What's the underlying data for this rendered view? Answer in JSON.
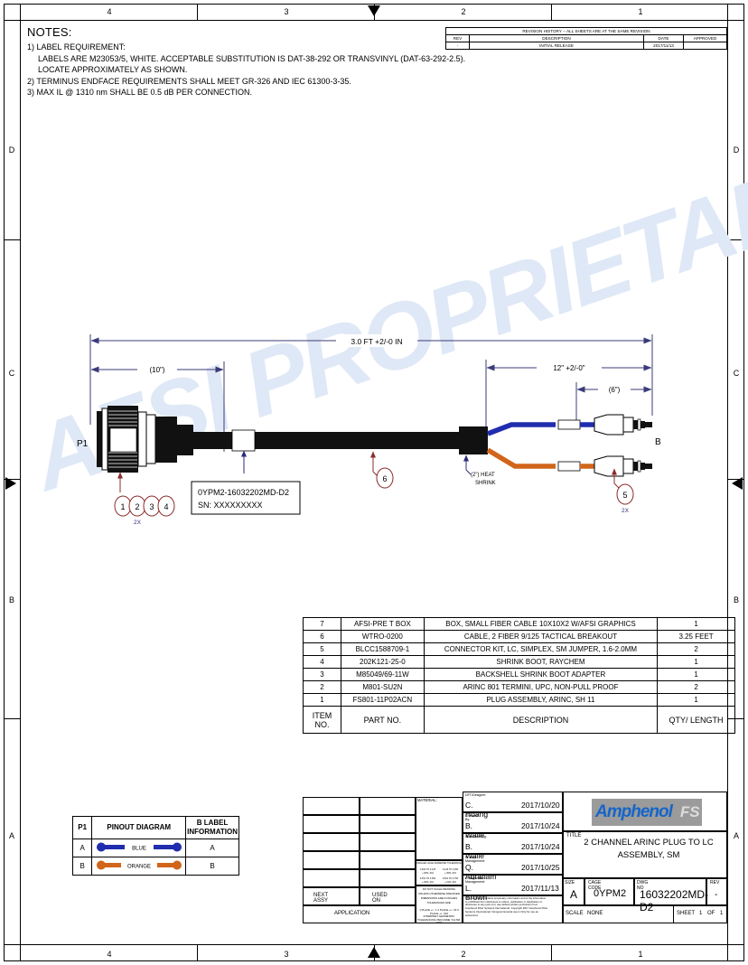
{
  "sheet": {
    "zones_horizontal": [
      "4",
      "3",
      "2",
      "1"
    ],
    "zones_vertical": [
      "D",
      "C",
      "B",
      "A"
    ],
    "watermark": "AFSI PROPRIETARY"
  },
  "notes": {
    "title": "NOTES:",
    "lines": [
      "1) LABEL REQUIREMENT:",
      "LABELS ARE M23053/5, WHITE. ACCEPTABLE SUBSTITUTION IS DAT-38-292 OR TRANSVINYL (DAT-63-292-2.5).",
      "LOCATE APPROXIMATELY AS SHOWN.",
      "2) TERMINUS ENDFACE REQUIREMENTS SHALL MEET GR-326 AND IEC 61300-3-35.",
      "3) MAX IL @ 1310 nm SHALL BE 0.5 dB PER CONNECTION."
    ]
  },
  "revision_history": {
    "banner": "REVISION HISTORY -- ALL SHEETS ARE AT THE SAME REVISION",
    "headers": [
      "REV",
      "DESCRIPTION",
      "DATE",
      "APPROVED"
    ],
    "rows": [
      {
        "rev": "-",
        "description": "INITIAL RELEASE",
        "date": "2017/11/13",
        "approved": ""
      }
    ]
  },
  "drawing": {
    "connector_label": "P1",
    "right_end_label": "B",
    "dim_overall": "3.0 FT +2/-0 IN",
    "dim_label_position": "(10\")",
    "dim_breakout": "12\" +2/-0\"",
    "dim_jumper": "(6\")",
    "heat_shrink_note": "(2\") HEAT SHRINK",
    "id_label": {
      "line1": "0YPM2-16032202MD-D2",
      "line2": "SN: XXXXXXXXX"
    },
    "balloons_left": [
      "1",
      "2",
      "3",
      "4"
    ],
    "balloon_left_qty": "2X",
    "balloon_cable": "6",
    "balloon_jumper": "5",
    "balloon_jumper_qty": "2X",
    "colors": {
      "dimension": "#3b3b7a",
      "balloon": "#8b2b2b",
      "fiber_blue": "#1f2dae",
      "fiber_orange": "#d1651a",
      "cable_black": "#000000"
    }
  },
  "bom": {
    "headers": {
      "item": "ITEM NO.",
      "part_no": "PART NO.",
      "description": "DESCRIPTION",
      "qty": "QTY/ LENGTH"
    },
    "rows": [
      {
        "item": "7",
        "part_no": "AFSI-PRE T BOX",
        "description": "BOX, SMALL FIBER CABLE 10X10X2 W/AFSI GRAPHICS",
        "qty": "1"
      },
      {
        "item": "6",
        "part_no": "WTRO-0200",
        "description": "CABLE, 2 FIBER 9/125 TACTICAL BREAKOUT",
        "qty": "3.25 FEET"
      },
      {
        "item": "5",
        "part_no": "BLCC1588709-1",
        "description": "CONNECTOR KIT, LC, SIMPLEX, SM JUMPER, 1.6-2.0MM",
        "qty": "2"
      },
      {
        "item": "4",
        "part_no": "202K121-25-0",
        "description": "SHRINK BOOT, RAYCHEM",
        "qty": "1"
      },
      {
        "item": "3",
        "part_no": "M85049/69-11W",
        "description": "BACKSHELL SHRINK BOOT ADAPTER",
        "qty": "1"
      },
      {
        "item": "2",
        "part_no": "M801-SU2N",
        "description": "ARINC 801 TERMINI, UPC, NON-PULL PROOF",
        "qty": "2"
      },
      {
        "item": "1",
        "part_no": "FS801-11P02ACN",
        "description": "PLUG ASSEMBLY, ARINC, SH 11",
        "qty": "1"
      }
    ]
  },
  "pinout": {
    "headers": [
      "P1",
      "PINOUT DIAGRAM",
      "B LABEL INFORMATION"
    ],
    "rows": [
      {
        "pin": "A",
        "color_name": "BLUE",
        "color_hex": "#1f2dae",
        "b_label": "A"
      },
      {
        "pin": "B",
        "color_name": "ORANGE",
        "color_hex": "#d1651a",
        "b_label": "B"
      }
    ]
  },
  "title_block": {
    "approvals": [
      {
        "label": "DFT/Designer:",
        "name": "C. Hoang",
        "date": "2017/10/20"
      },
      {
        "label": "Checked By:",
        "name": "B. Waile",
        "date": "2017/10/24"
      },
      {
        "label": "Manufacturing:",
        "name": "B. Waile",
        "date": "2017/10/24"
      },
      {
        "label": "Product Management:",
        "name": "Q. Abraham",
        "date": "2017/10/25"
      },
      {
        "label": "Configuration Management:",
        "name": "L. Brown",
        "date": "2017/11/13"
      }
    ],
    "material_label": "MATERIAL:",
    "tolerance_header": "DRILLED HOLE DIAMETER TOLERANCE",
    "tolerance_cells": [
      "0.000 TO 0.125  +.005/-.001",
      "0.126 TO 0.250  +.005/-.001",
      "0.251 TO 0.500  +.005/-.001",
      "0.501 TO 0.750  +.010/-.001"
    ],
    "general_notes": [
      "DO NOT SCALE DRAWING",
      "UNLESS OTHERWISE SPECIFIED",
      "DIMENSIONS ARE IN INCHES",
      "TOLERANCES ARE:",
      "1 PLACE +/- .1   2 PLACE +/- .03   3 PLACE +/- .010",
      "INTERPRET GEOMETRIC TOLERANCING PER ASME Y14.5M-1994"
    ],
    "legal": "This Document contains proprietary information and is the information to prohibited from disclosure to others, publication or duplication or disclosure to any part of or use without written permission from Amphenol Fiber Systems International. Copyright 2017 Amphenol Fiber Systems International. Nongovernmental use is Only for use as authorized.",
    "next_assy": "NEXT ASSY",
    "used_on": "USED ON",
    "application": "APPLICATION",
    "logo": {
      "brand": "Amphenol",
      "sub": "FS"
    },
    "title_caption": "TITLE",
    "title": "2 CHANNEL ARINC PLUG TO LC ASSEMBLY, SM",
    "size_caption": "SIZE",
    "size": "A",
    "cage_caption": "CAGE CODE",
    "cage_code": "0YPM2",
    "dwg_caption": "DWG NO",
    "dwg_no": "16032202MD-D2",
    "rev_caption": "REV",
    "rev": "-",
    "scale_caption": "SCALE",
    "scale": "NONE",
    "sheet_caption": "SHEET",
    "sheet_num": "1",
    "sheet_of": "OF",
    "sheet_total": "1"
  }
}
